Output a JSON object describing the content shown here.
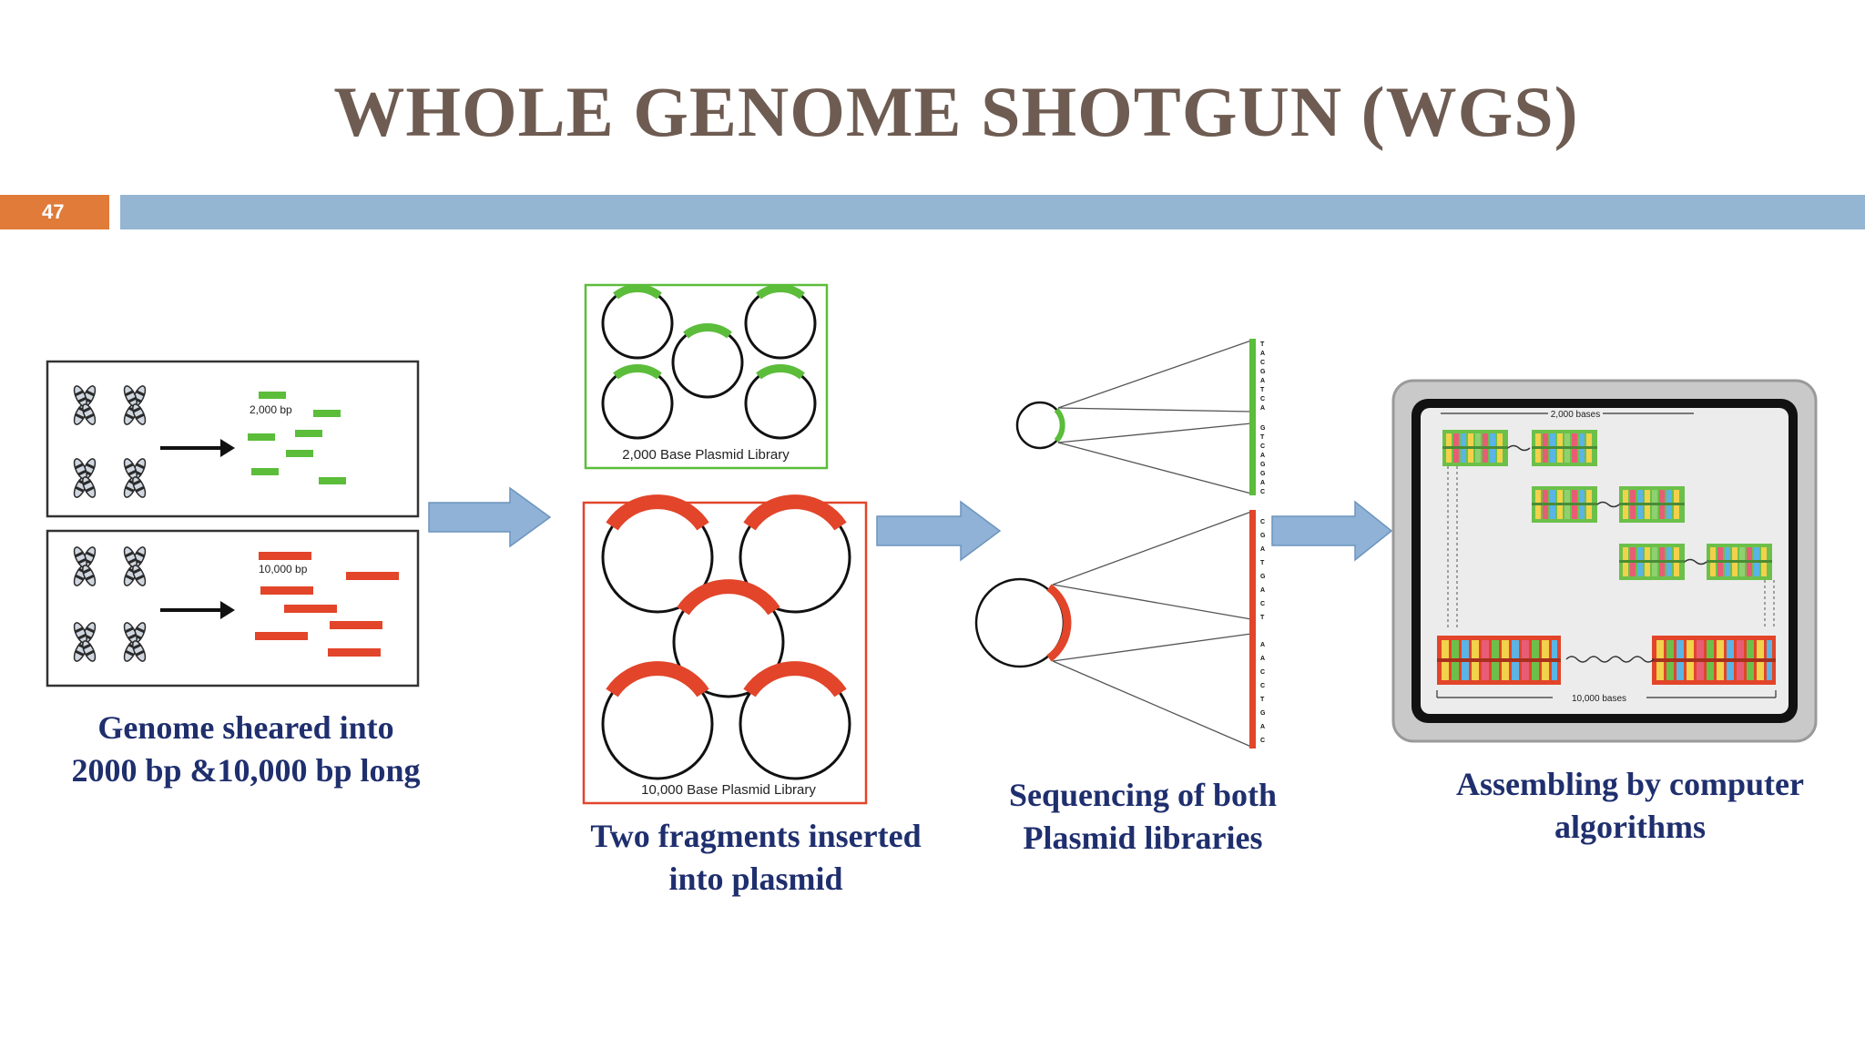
{
  "slide": {
    "title": "WHOLE GENOME SHOTGUN (WGS)",
    "number": "47"
  },
  "colors": {
    "title": "#6e5c52",
    "number_box": "#e07b39",
    "band": "#94b6d2",
    "caption": "#1f2f6e",
    "small_fragment": "#5bbd3a",
    "large_fragment": "#e2452a",
    "arrow": "#8fb2d6"
  },
  "panels": {
    "shearing": {
      "small_label": "2,000 bp",
      "large_label": "10,000 bp",
      "caption_line1": "Genome sheared into",
      "caption_line2": "2000 bp &10,000 bp long"
    },
    "libraries": {
      "small_library_label": "2,000 Base Plasmid Library",
      "large_library_label": "10,000 Base Plasmid Library",
      "caption_line1": "Two fragments inserted",
      "caption_line2": "into plasmid"
    },
    "sequencing": {
      "caption_line1": "Sequencing of both",
      "caption_line2": "Plasmid libraries"
    },
    "assembly": {
      "top_span_label": "2,000 bases",
      "bottom_span_label": "10,000 bases",
      "caption_line1": "Assembling by computer",
      "caption_line2": "algorithms"
    }
  }
}
